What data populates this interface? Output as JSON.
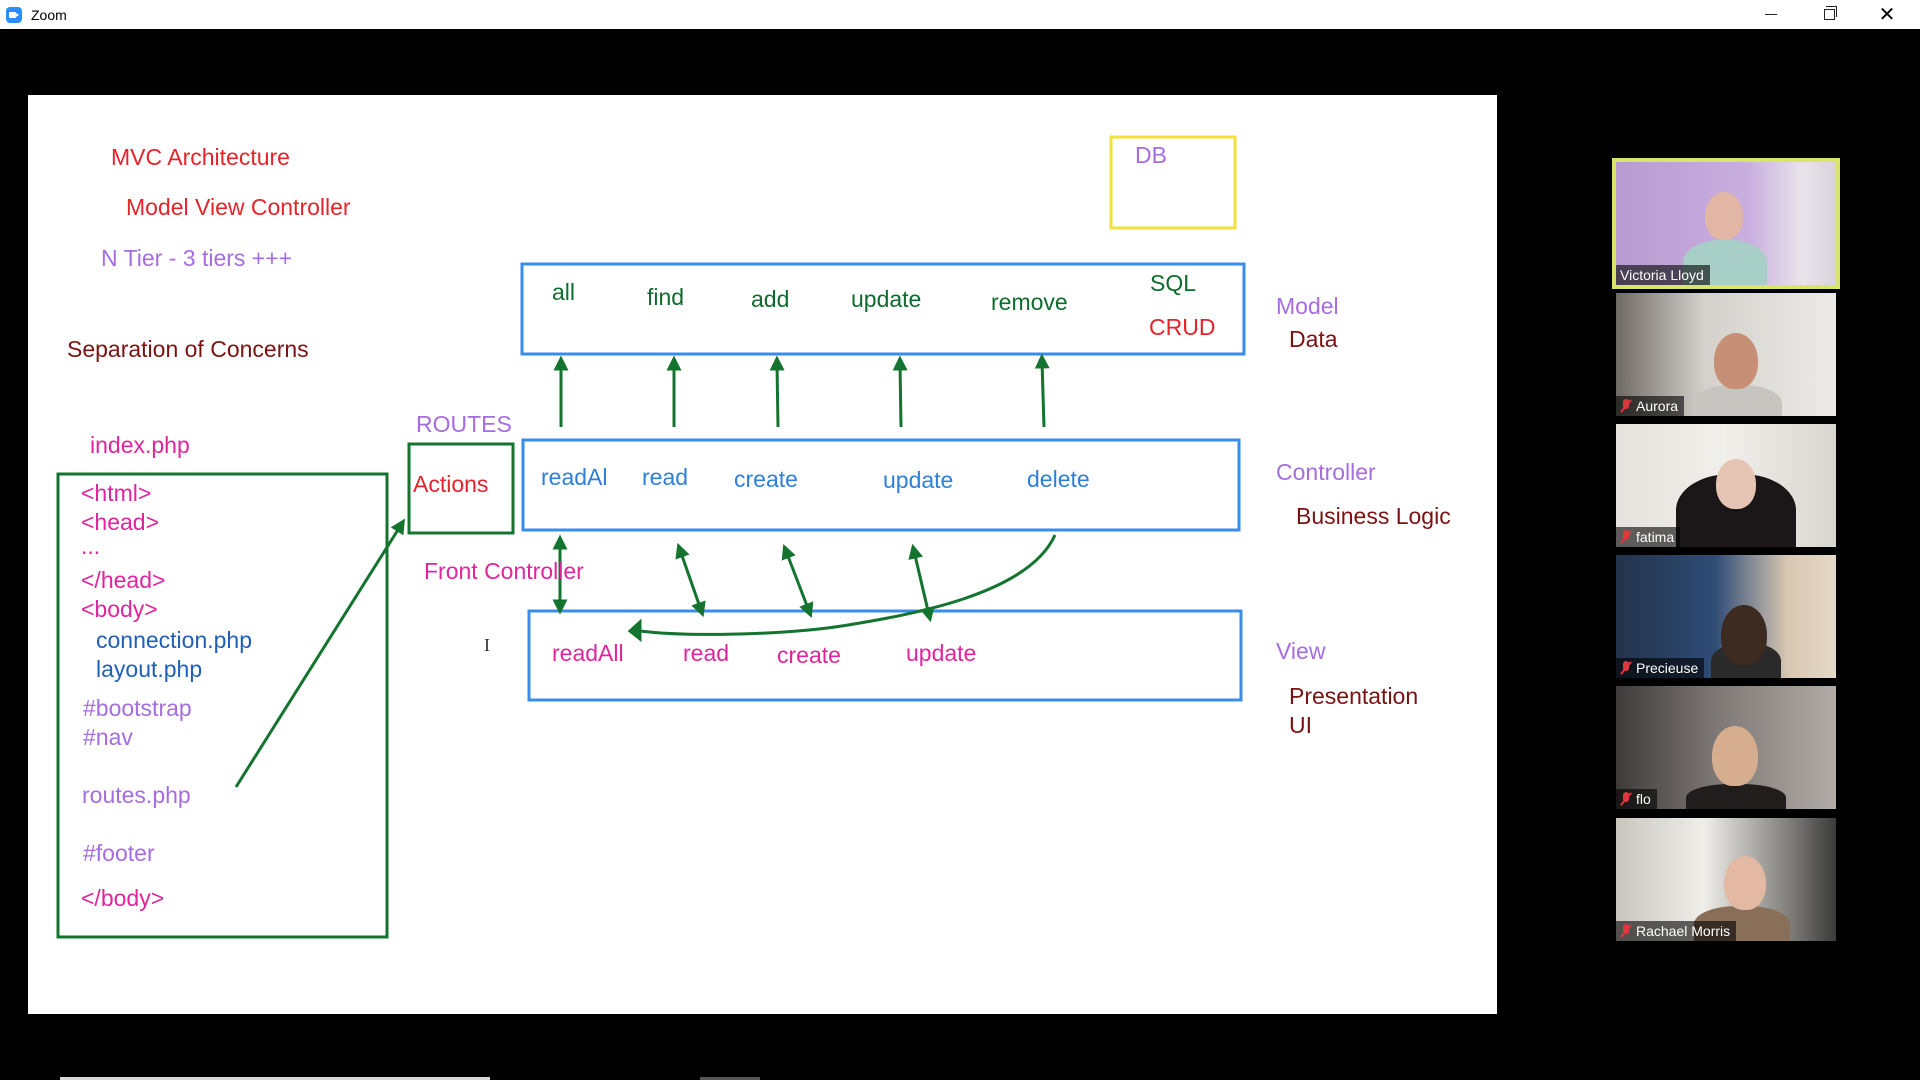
{
  "window": {
    "title": "Zoom",
    "minimize_icon": "minimize-icon",
    "restore_icon": "restore-icon",
    "close_icon": "close-icon"
  },
  "whiteboard": {
    "title": "MVC Architecture",
    "subtitle": "Model View Controller",
    "tiers": "N Tier - 3 tiers +++",
    "separation": "Separation of Concerns",
    "index_label": "index.php",
    "index_lines": {
      "html_open": "<html>",
      "head_open": "<head>",
      "dots": "...",
      "head_close": "</head>",
      "body_open": "<body>",
      "connection": "connection.php",
      "layout": "layout.php",
      "bootstrap": "#bootstrap",
      "nav": "#nav",
      "routes": "routes.php",
      "footer": "#footer",
      "body_close": "</body>"
    },
    "routes_label": "ROUTES",
    "actions_label": "Actions",
    "front_controller": "Front Controller",
    "db_label": "DB",
    "model_methods": [
      "all",
      "find",
      "add",
      "update",
      "remove"
    ],
    "model_sql": "SQL",
    "model_crud": "CRUD",
    "controller_methods": [
      "readAl",
      "read",
      "create",
      "update",
      "delete"
    ],
    "view_methods": [
      "readAll",
      "read",
      "create",
      "update"
    ],
    "model_label": "Model",
    "model_desc": "Data",
    "controller_label": "Controller",
    "controller_desc": "Business Logic",
    "view_label": "View",
    "view_desc_1": "Presentation",
    "view_desc_2": "UI",
    "cursor": "I",
    "colors": {
      "red": "#E5232B",
      "purple": "#A56DE0",
      "darkred": "#7A1212",
      "pink": "#E0259C",
      "blue": "#1F5FB8",
      "lightblue": "#2E7FD8",
      "green": "#0E6B2E",
      "box_blue": "#3A8CEB",
      "box_green": "#14742F",
      "box_yellow": "#F4E03A"
    }
  },
  "participants": [
    {
      "name": "Victoria Lloyd",
      "muted": false,
      "active": true
    },
    {
      "name": "Aurora",
      "muted": true,
      "active": false
    },
    {
      "name": "fatima",
      "muted": true,
      "active": false
    },
    {
      "name": "Precieuse",
      "muted": true,
      "active": false
    },
    {
      "name": "flo",
      "muted": true,
      "active": false
    },
    {
      "name": "Rachael Morris",
      "muted": true,
      "active": false
    }
  ]
}
